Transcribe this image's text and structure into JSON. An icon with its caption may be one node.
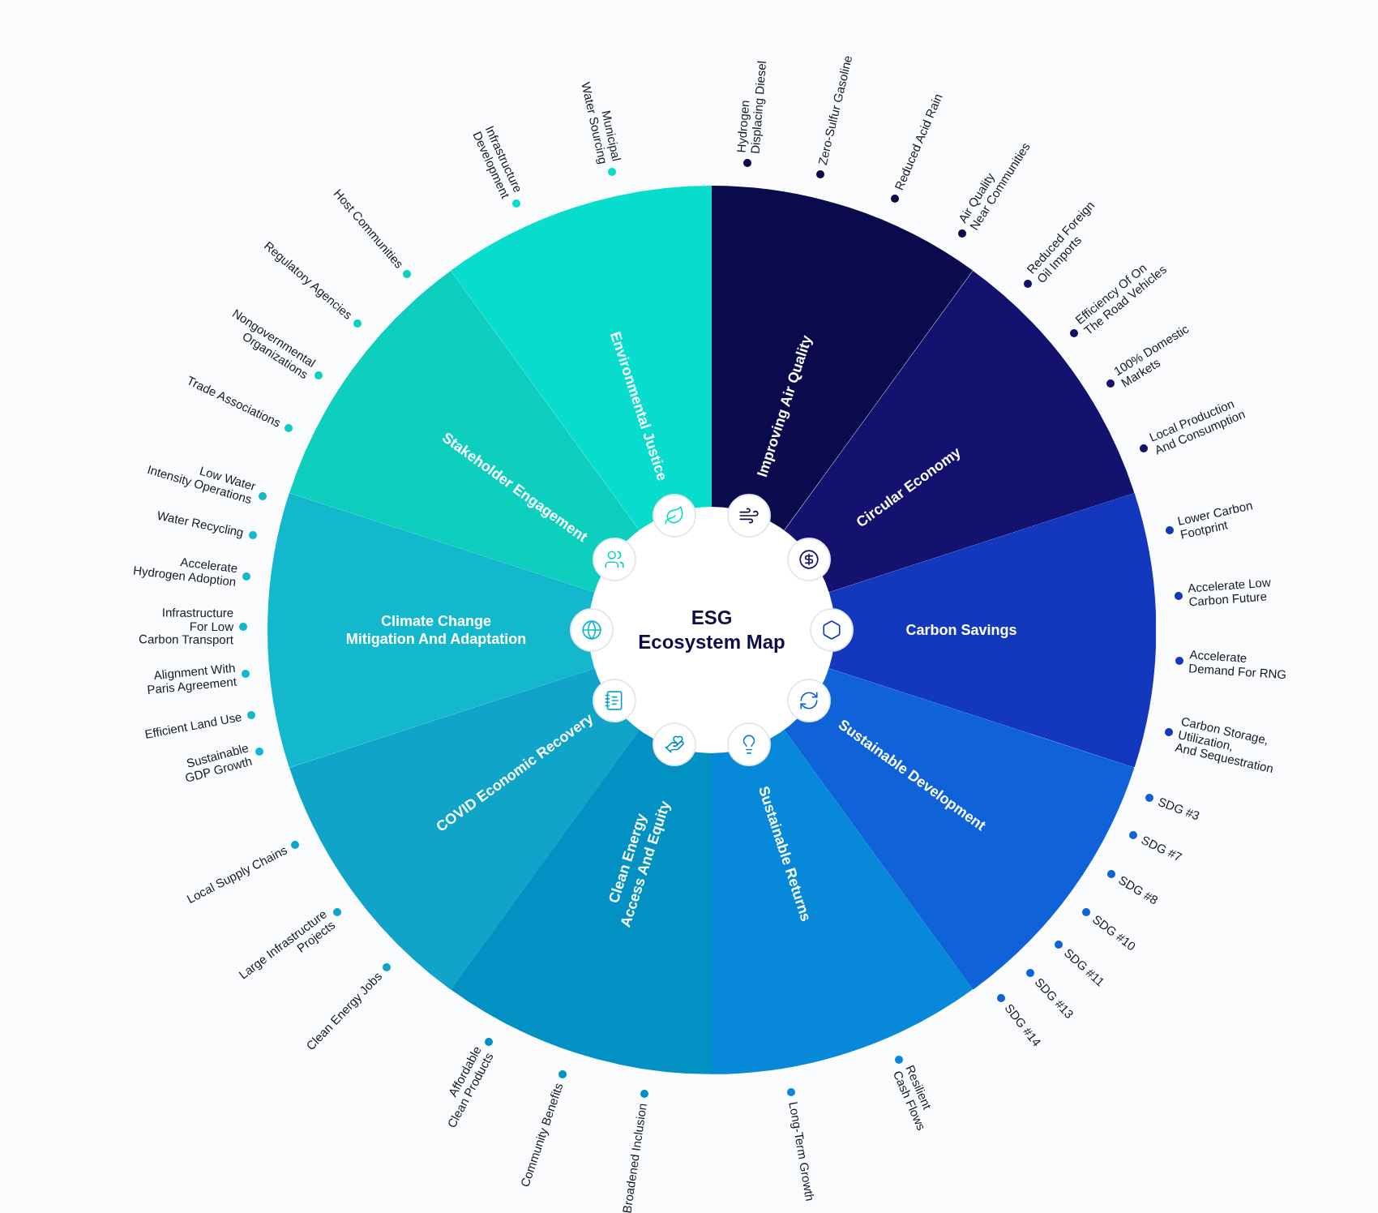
{
  "diagram": {
    "nodes": [
      {
        "text": [
          "ESG Ecosystem Map"
        ]
      },
      {
        "text": [
          "Improving Air Quality"
        ],
        "beside": [
          "Hydrogen Displacing Diesel",
          "Zero-Sulfur Gasoline",
          "Reduced Acid Rain",
          "Air Quality Near Communities"
        ]
      },
      {
        "text": [
          "Circular Economy"
        ],
        "beside": [
          "Reduced Foreign Oil Imports",
          "Efficiency Of On The Road Vehicles",
          "100% Domestic Markets",
          "Local Production And Consumption"
        ]
      },
      {
        "text": [
          "Carbon Savings"
        ],
        "beside": [
          "Lower Carbon Footprint",
          "Accelerate Low Carbon Future",
          "Accelerate Demand For RNG",
          "Carbon Storage, Utilization, And Sequestration"
        ]
      },
      {
        "text": [
          "Sustainable Development"
        ],
        "beside": [
          "SDG #3",
          "SDG #7",
          "SDG #8",
          "SDG #10",
          "SDG #11",
          "SDG #13",
          "SDG #14"
        ]
      },
      {
        "text": [
          "Sustainable Returns"
        ],
        "beside": [
          "Resilient Cash Flows",
          "Long-Term Growth"
        ]
      },
      {
        "text": [
          "Clean Energy Access And Equity"
        ],
        "beside": [
          "Broadened Inclusion",
          "Community Benefits",
          "Affordable Clean Products"
        ]
      },
      {
        "text": [
          "COVID Economic Recovery"
        ],
        "beside": [
          "Clean Energy Jobs",
          "Large Infrastructure Projects",
          "Local Supply Chains"
        ]
      },
      {
        "text": [
          "Climate Change Mitigation And Adaptation"
        ],
        "beside": [
          "Sustainable GDP Growth",
          "Efficient Land Use",
          "Alignment With Paris Agreement",
          "Infrastructure For Low Carbon Transport",
          "Accelerate Hydrogen Adoption",
          "Water Recycling",
          "Low Water Intensity Operations"
        ]
      },
      {
        "text": [
          "Stakeholder Engagement"
        ],
        "beside": [
          "Trade Associations",
          "Nongovernmental Organizations",
          "Regulatory Agencies",
          "Host Communities"
        ]
      },
      {
        "text": [
          "Environmental Justice"
        ],
        "beside": [
          "Infrastructure Development",
          "Municipal Water Sourcing"
        ]
      }
    ]
  }
}
